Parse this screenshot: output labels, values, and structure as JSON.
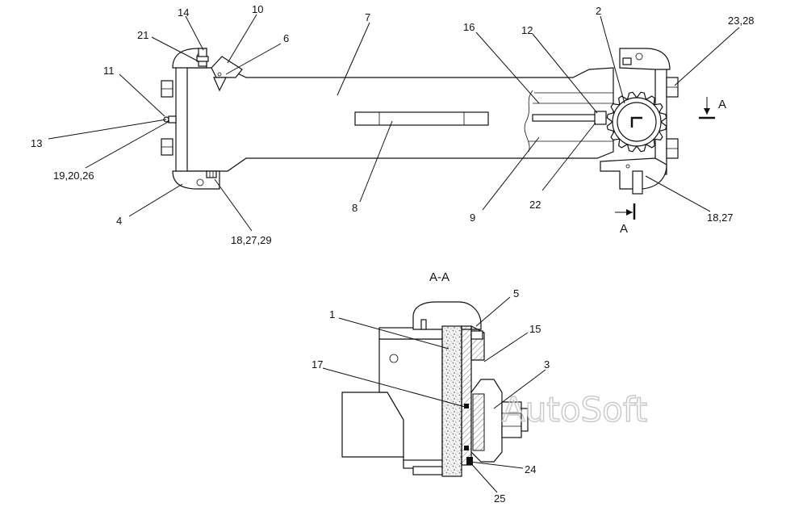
{
  "section_title": "A-A",
  "section_marker_top": "A",
  "section_marker_bottom": "A",
  "watermark": "AutoSoft",
  "callouts": [
    {
      "id": "c14",
      "text": "14"
    },
    {
      "id": "c10",
      "text": "10"
    },
    {
      "id": "c21",
      "text": "21"
    },
    {
      "id": "c6",
      "text": "6"
    },
    {
      "id": "c7",
      "text": "7"
    },
    {
      "id": "c16",
      "text": "16"
    },
    {
      "id": "c12",
      "text": "12"
    },
    {
      "id": "c2",
      "text": "2"
    },
    {
      "id": "c2328",
      "text": "23,28"
    },
    {
      "id": "c11",
      "text": "11"
    },
    {
      "id": "c13",
      "text": "13"
    },
    {
      "id": "c192026",
      "text": "19,20,26"
    },
    {
      "id": "c4",
      "text": "4"
    },
    {
      "id": "c182729",
      "text": "18,27,29"
    },
    {
      "id": "c8",
      "text": "8"
    },
    {
      "id": "c9",
      "text": "9"
    },
    {
      "id": "c22",
      "text": "22"
    },
    {
      "id": "c1827",
      "text": "18,27"
    },
    {
      "id": "c5",
      "text": "5"
    },
    {
      "id": "c1",
      "text": "1"
    },
    {
      "id": "c15",
      "text": "15"
    },
    {
      "id": "c17",
      "text": "17"
    },
    {
      "id": "c3",
      "text": "3"
    },
    {
      "id": "c24",
      "text": "24"
    },
    {
      "id": "c25",
      "text": "25"
    }
  ]
}
